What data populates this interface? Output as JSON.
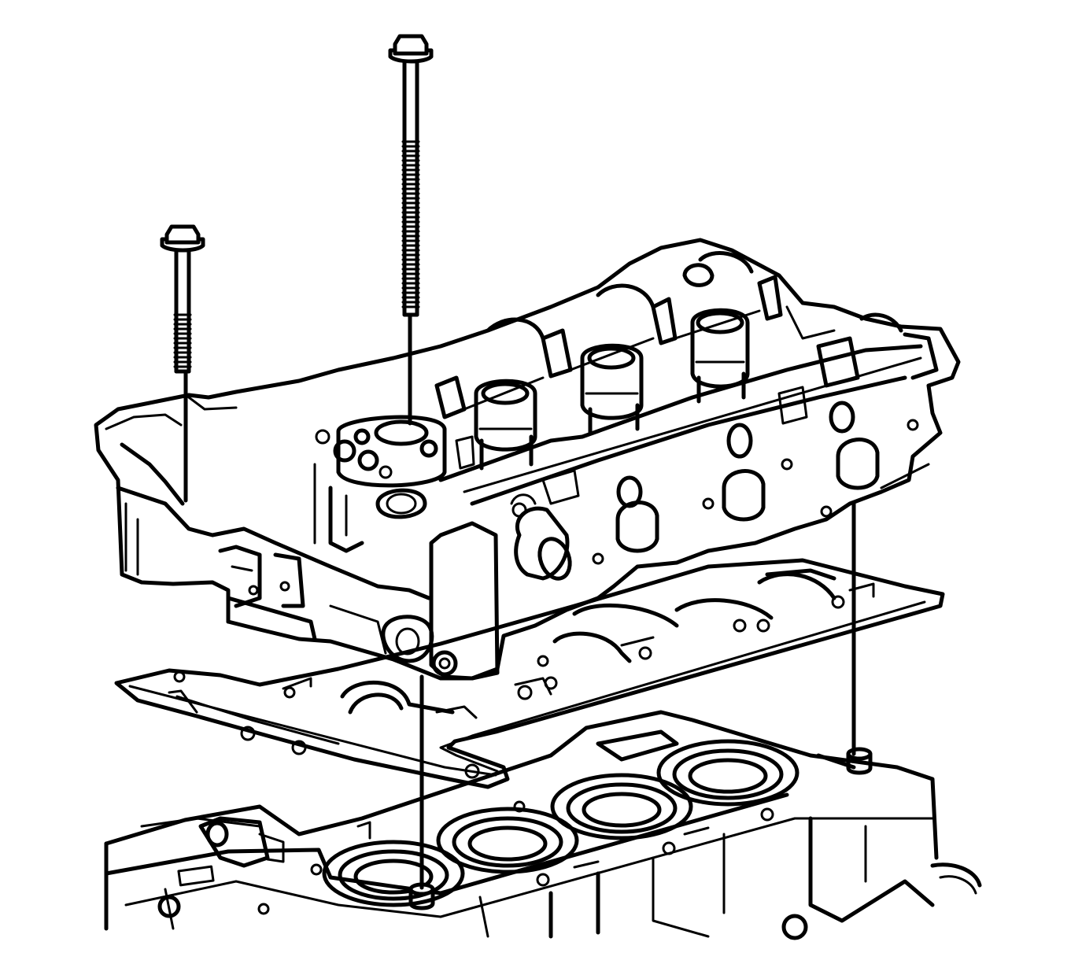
{
  "colors": {
    "ink": "#000000",
    "background": "#ffffff"
  },
  "figure": {
    "kind": "exploded-view line drawing",
    "parts": [
      {
        "id": "cylinder-block",
        "icon": "engine-block-icon"
      },
      {
        "id": "head-gasket",
        "icon": "gasket-icon"
      },
      {
        "id": "cylinder-head",
        "icon": "cylinder-head-icon"
      },
      {
        "id": "long-head-bolt",
        "icon": "bolt-icon"
      },
      {
        "id": "short-head-bolt",
        "icon": "bolt-icon"
      },
      {
        "id": "locating-dowels",
        "icon": "dowel-pin-icon",
        "count": 2
      }
    ],
    "alignment_lines": 4
  }
}
